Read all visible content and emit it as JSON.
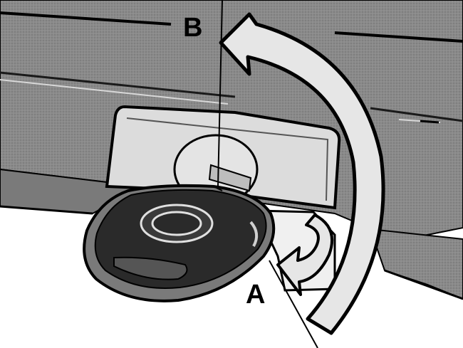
{
  "labels": {
    "b": "B",
    "a": "A"
  },
  "colors": {
    "ink": "#000000",
    "panel_fill": "#8a8a8a",
    "panel_dark": "#5a5a5a",
    "housing_fill": "#dcdcdc",
    "fob_fill": "#2a2a2a",
    "arrow_fill": "#e6e6e6",
    "paper": "#ffffff"
  },
  "icons": {
    "large_arrow": "curved-arrow-counterclockwise",
    "small_arrow": "curved-arrow-down"
  }
}
